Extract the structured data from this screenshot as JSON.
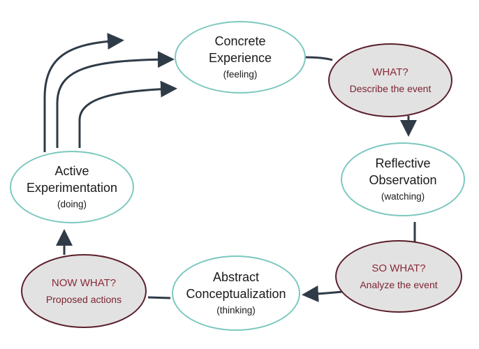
{
  "diagram": {
    "concrete": {
      "line1": "Concrete",
      "line2": "Experience",
      "sub": "(feeling)"
    },
    "reflective": {
      "line1": "Reflective",
      "line2": "Observation",
      "sub": "(watching)"
    },
    "abstract": {
      "line1": "Abstract",
      "line2": "Conceptualization",
      "sub": "(thinking)"
    },
    "active": {
      "line1": "Active",
      "line2": "Experimentation",
      "sub": "(doing)"
    },
    "what": {
      "title": "WHAT?",
      "sub": "Describe the event"
    },
    "so_what": {
      "title": "SO WHAT?",
      "sub": "Analyze the event"
    },
    "now_what": {
      "title": "NOW WHAT?",
      "sub": "Proposed actions"
    }
  },
  "colors": {
    "kolb_border": "#7cc8bf",
    "reflect_border": "#5a1f2b",
    "reflect_fill": "#e3e2e2",
    "reflect_text": "#8a2a38",
    "arrow": "#2f3b47"
  }
}
